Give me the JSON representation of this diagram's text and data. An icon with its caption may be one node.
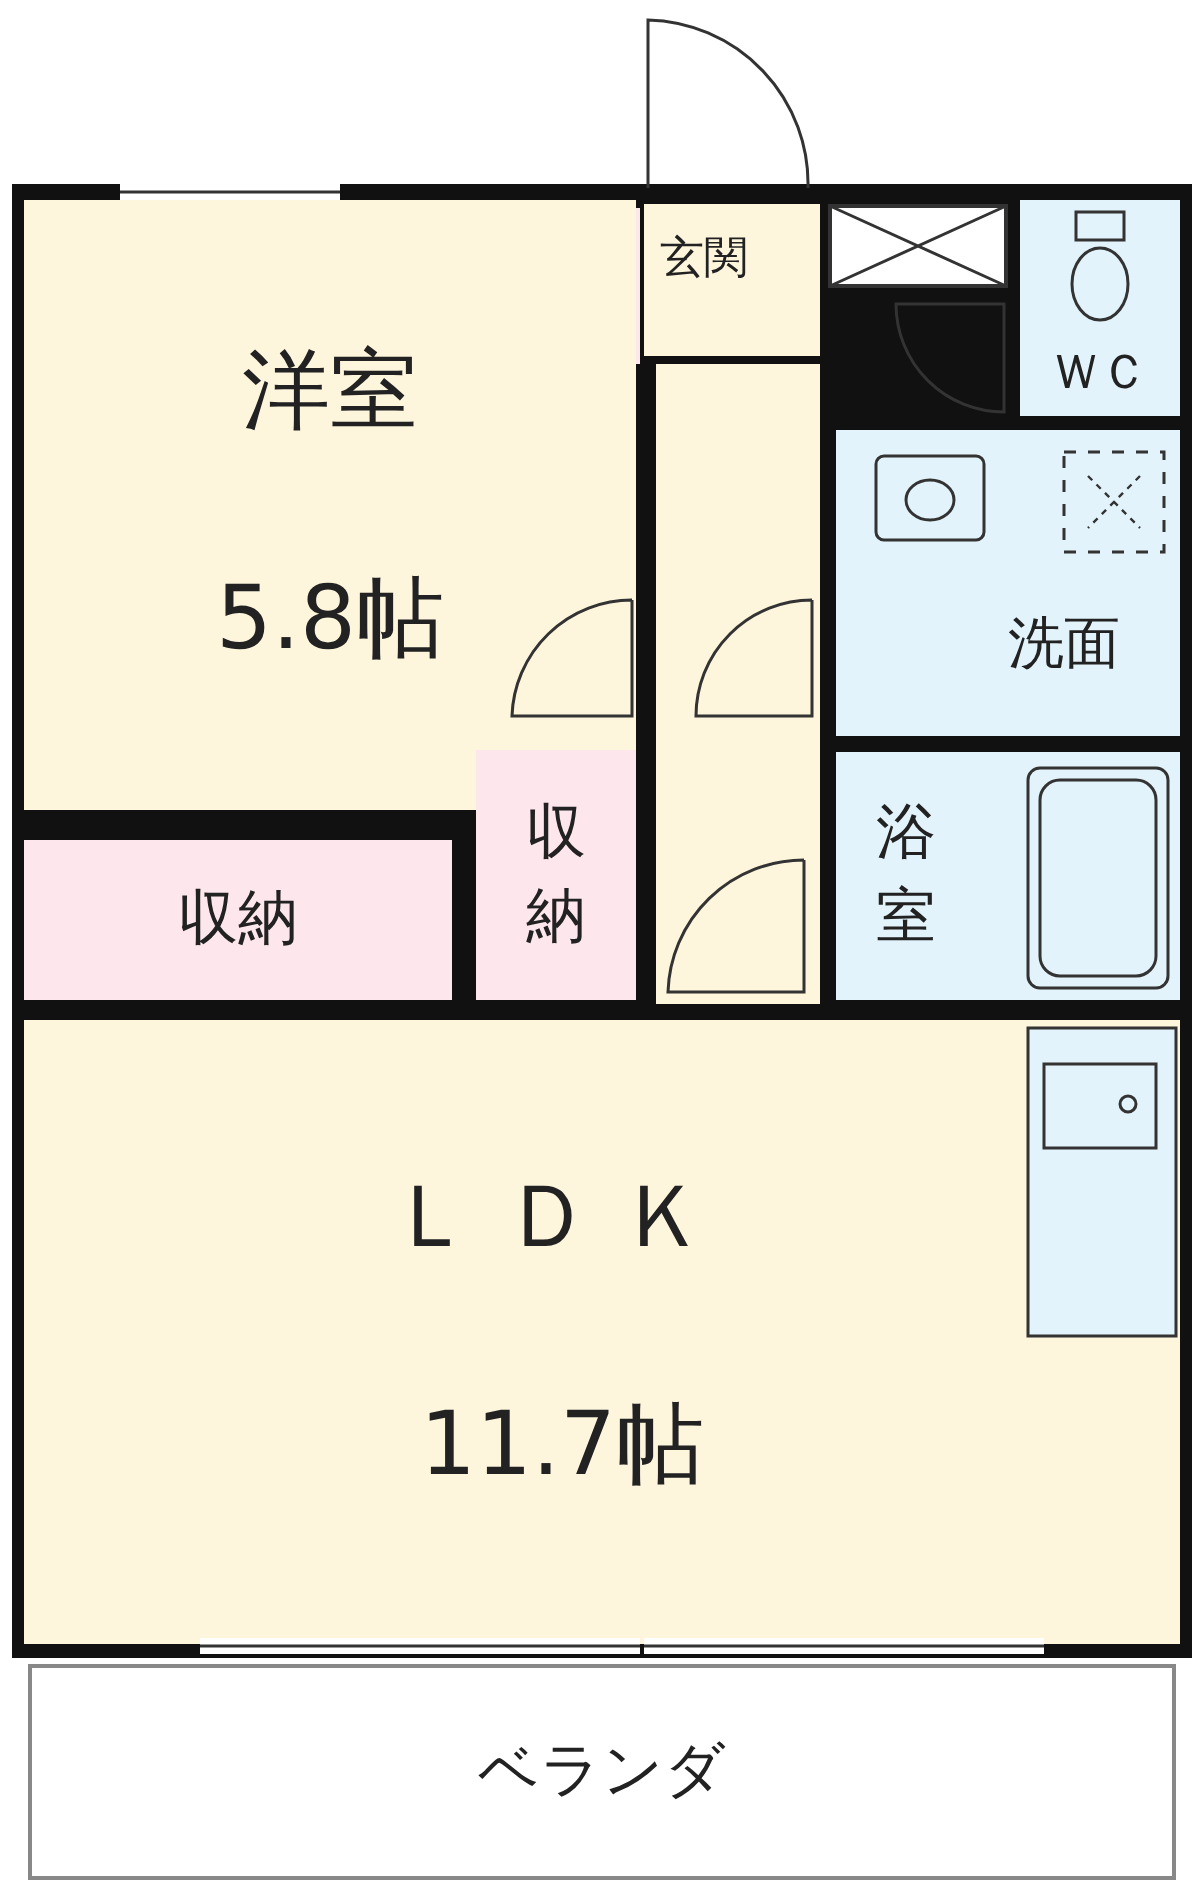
{
  "diagram": {
    "nodes": [
      {
        "text": [
          "洋室",
          "5.8帖"
        ]
      },
      {
        "text": [
          "玄関"
        ]
      },
      {
        "text": [
          "ＷＣ"
        ]
      },
      {
        "text": [
          "洗面"
        ]
      },
      {
        "text": [
          "収納"
        ]
      },
      {
        "text": [
          "収納"
        ]
      },
      {
        "text": [
          "浴室"
        ]
      },
      {
        "text": [
          "ＬＤＫ",
          "11.7帖"
        ]
      },
      {
        "text": [
          "ベランダ"
        ]
      }
    ],
    "edges": []
  }
}
